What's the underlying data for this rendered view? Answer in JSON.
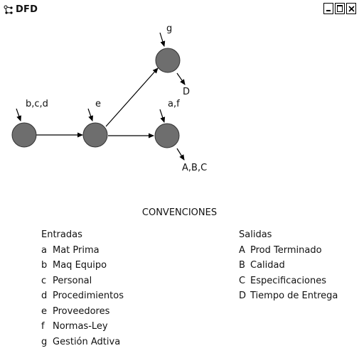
{
  "window": {
    "title": "DFD",
    "icon": "flow-diagram-icon",
    "controls": [
      "minimize",
      "maximize",
      "close"
    ]
  },
  "diagram": {
    "node_color": "#6e6e6e",
    "nodes": [
      {
        "id": "n1",
        "inputs": "b,c,d"
      },
      {
        "id": "n2",
        "inputs": "e"
      },
      {
        "id": "n3",
        "inputs": "g",
        "output": "D"
      },
      {
        "id": "n4",
        "inputs": "a,f",
        "output": "A,B,C"
      }
    ],
    "edges": [
      {
        "from": "n1",
        "to": "n2"
      },
      {
        "from": "n2",
        "to": "n3"
      },
      {
        "from": "n2",
        "to": "n4"
      }
    ]
  },
  "conventions": {
    "title": "CONVENCIONES",
    "entradas": {
      "heading": "Entradas",
      "items": [
        {
          "code": "a",
          "label": "Mat Prima"
        },
        {
          "code": "b",
          "label": "Maq Equipo"
        },
        {
          "code": "c",
          "label": "Personal"
        },
        {
          "code": "d",
          "label": "Procedimientos"
        },
        {
          "code": "e",
          "label": "Proveedores"
        },
        {
          "code": "f",
          "label": "Normas-Ley"
        },
        {
          "code": "g",
          "label": "Gestión Adtiva"
        }
      ]
    },
    "salidas": {
      "heading": "Salidas",
      "items": [
        {
          "code": "A",
          "label": "Prod Terminado"
        },
        {
          "code": "B",
          "label": "Calidad"
        },
        {
          "code": "C",
          "label": "Especificaciones"
        },
        {
          "code": "D",
          "label": "Tiempo de Entrega"
        }
      ]
    }
  }
}
